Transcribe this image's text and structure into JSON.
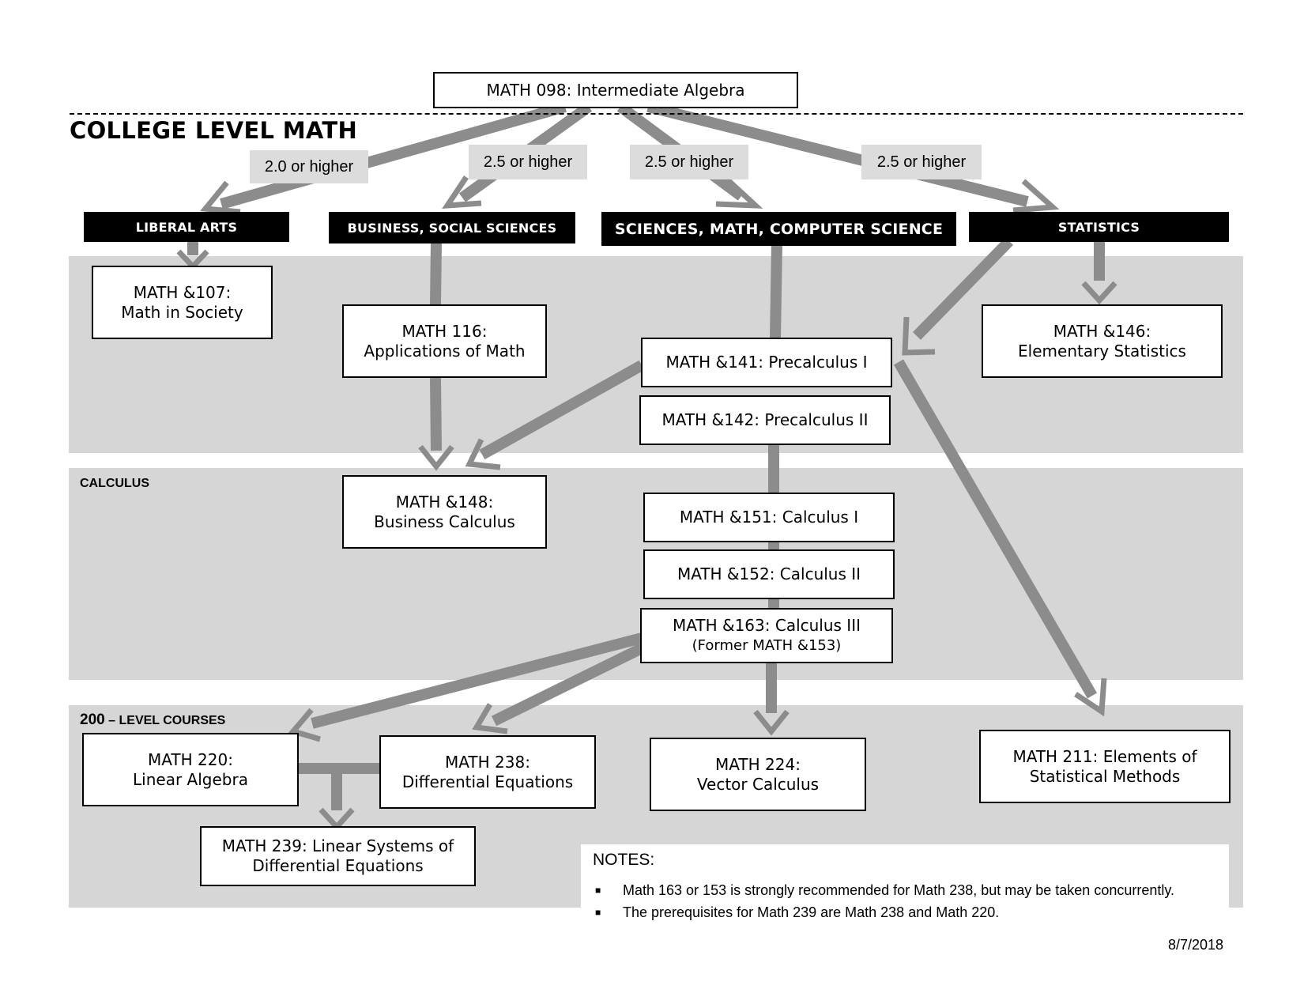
{
  "title": "COLLEGE LEVEL MATH",
  "top_course": "MATH 098: Intermediate Algebra",
  "thresholds": {
    "liberal_arts": "2.0 or higher",
    "business": "2.5 or higher",
    "sciences": "2.5 or higher",
    "statistics": "2.5 or higher"
  },
  "pathways": {
    "liberal_arts": "LIBERAL ARTS",
    "business": "BUSINESS, SOCIAL SCIENCES",
    "sciences": "SCIENCES, MATH, COMPUTER SCIENCE",
    "statistics": "STATISTICS"
  },
  "bands": {
    "calculus": "CALCULUS",
    "level200_num": "200",
    "level200_text": " – LEVEL COURSES"
  },
  "courses": {
    "m107": {
      "line1": "MATH &107:",
      "line2": "Math in Society"
    },
    "m116": {
      "line1": "MATH 116:",
      "line2": "Applications of Math"
    },
    "m141": "MATH &141: Precalculus I",
    "m142": "MATH &142: Precalculus II",
    "m146": {
      "line1": "MATH &146:",
      "line2": "Elementary Statistics"
    },
    "m148": {
      "line1": "MATH &148:",
      "line2": "Business Calculus"
    },
    "m151": "MATH &151: Calculus I",
    "m152": "MATH &152: Calculus II",
    "m163": {
      "line1": "MATH &163: Calculus III",
      "line2": "(Former MATH &153)"
    },
    "m220": {
      "line1": "MATH 220:",
      "line2": "Linear Algebra"
    },
    "m238": {
      "line1": "MATH 238:",
      "line2": "Differential Equations"
    },
    "m224": {
      "line1": "MATH 224:",
      "line2": "Vector Calculus"
    },
    "m211": {
      "line1": "MATH 211: Elements of",
      "line2": "Statistical Methods"
    },
    "m239": {
      "line1": "MATH 239: Linear Systems of",
      "line2": "Differential Equations"
    }
  },
  "notes": {
    "title": "NOTES:",
    "items": [
      "Math 163 or 153 is strongly recommended for Math 238, but may be taken concurrently.",
      "The prerequisites for Math 239 are Math 238 and Math 220."
    ]
  },
  "date": "8/7/2018",
  "colors": {
    "arrow": "#8c8c8c",
    "band": "#d6d6d6",
    "header": "#000000"
  }
}
